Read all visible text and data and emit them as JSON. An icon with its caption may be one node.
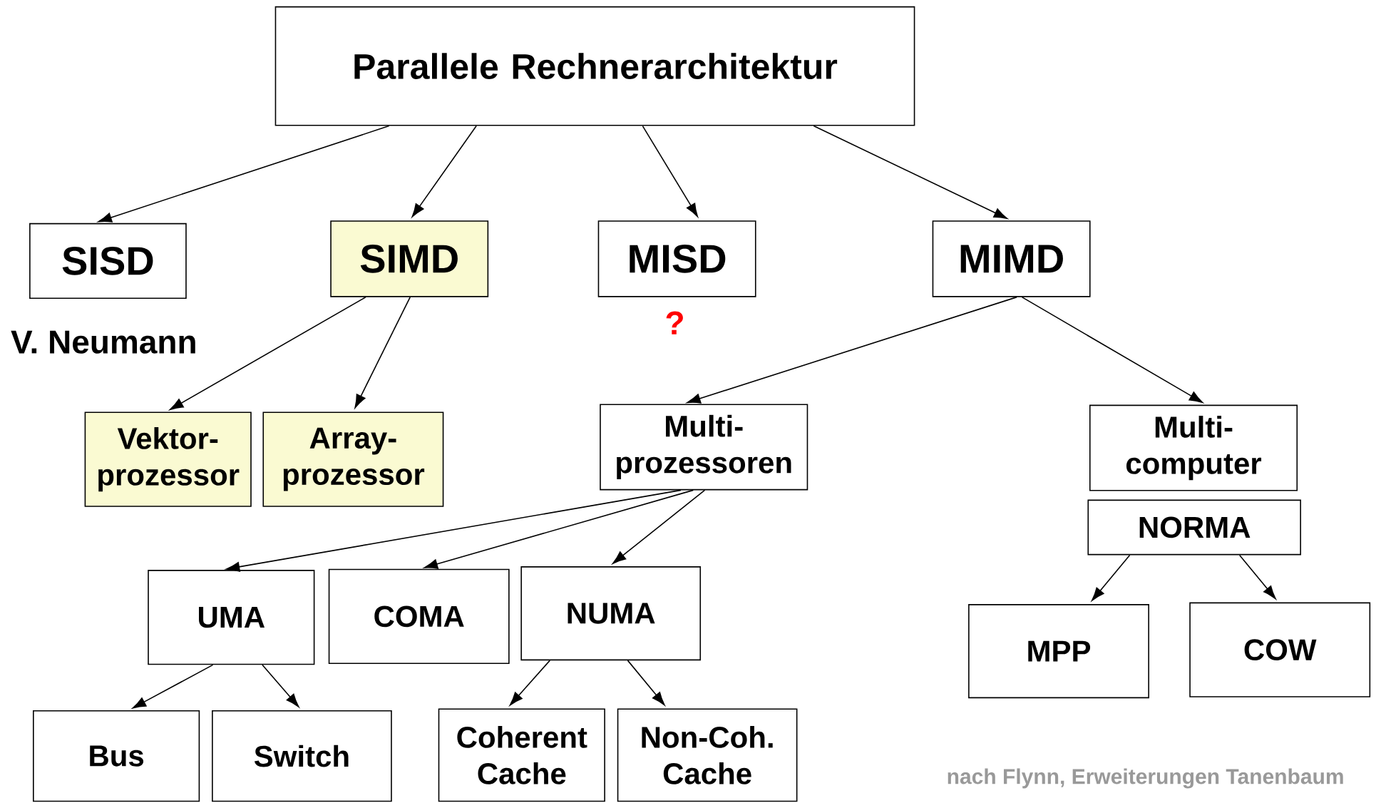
{
  "diagram": {
    "nodes": [
      {
        "text": [
          "Parallele Rechnerarchitektur"
        ]
      },
      {
        "text": [
          "SISD"
        ]
      },
      {
        "text": [
          "SIMD"
        ]
      },
      {
        "text": [
          "MISD"
        ]
      },
      {
        "text": [
          "MIMD"
        ]
      },
      {
        "text": [
          "Vektor- prozessor"
        ]
      },
      {
        "text": [
          "Array- prozessor"
        ]
      },
      {
        "text": [
          "Multi- prozessoren"
        ]
      },
      {
        "text": [
          "Multi- computer"
        ]
      },
      {
        "text": [
          "NORMA"
        ]
      },
      {
        "text": [
          "UMA"
        ]
      },
      {
        "text": [
          "COMA"
        ]
      },
      {
        "text": [
          "NUMA"
        ]
      },
      {
        "text": [
          "MPP"
        ]
      },
      {
        "text": [
          "COW"
        ]
      },
      {
        "text": [
          "Bus"
        ]
      },
      {
        "text": [
          "Switch"
        ]
      },
      {
        "text": [
          "Coherent Cache"
        ]
      },
      {
        "text": [
          "Non-Coh. Cache"
        ]
      }
    ],
    "edges": [
      {
        "from": 0,
        "to": 1,
        "arrow": "to"
      },
      {
        "from": 0,
        "to": 2,
        "arrow": "to"
      },
      {
        "from": 0,
        "to": 3,
        "arrow": "to"
      },
      {
        "from": 0,
        "to": 4,
        "arrow": "to"
      },
      {
        "from": 2,
        "to": 5,
        "arrow": "to"
      },
      {
        "from": 2,
        "to": 6,
        "arrow": "to"
      },
      {
        "from": 4,
        "to": 7,
        "arrow": "to"
      },
      {
        "from": 4,
        "to": 8,
        "arrow": "to"
      },
      {
        "from": 7,
        "to": 10,
        "arrow": "to"
      },
      {
        "from": 7,
        "to": 11,
        "arrow": "to"
      },
      {
        "from": 7,
        "to": 12,
        "arrow": "to"
      },
      {
        "from": 9,
        "to": 13,
        "arrow": "to"
      },
      {
        "from": 9,
        "to": 14,
        "arrow": "to"
      },
      {
        "from": 10,
        "to": 15,
        "arrow": "to"
      },
      {
        "from": 10,
        "to": 16,
        "arrow": "to"
      },
      {
        "from": 12,
        "to": 17,
        "arrow": "to"
      },
      {
        "from": 12,
        "to": 18,
        "arrow": "to"
      }
    ],
    "labels": [
      "V. Neumann",
      "?",
      "nach Flynn, Erweiterungen Tanenbaum"
    ]
  }
}
